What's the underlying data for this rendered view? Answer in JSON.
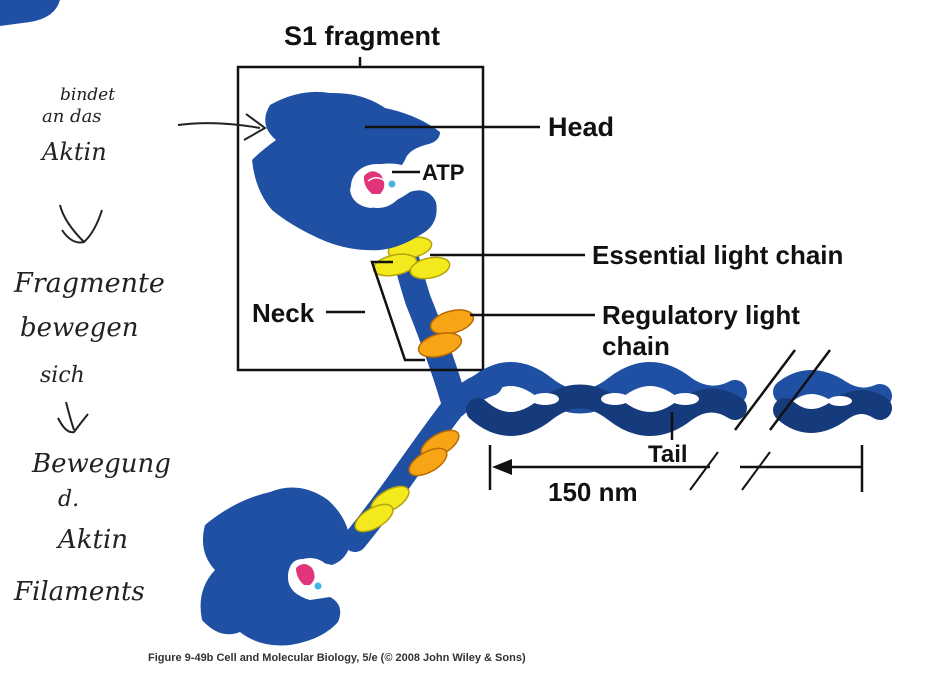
{
  "colors": {
    "myosin": "#1f50a3",
    "myosin_dark": "#163b7c",
    "essential_light_chain": "#f3e91c",
    "regulatory_light_chain": "#f7a415",
    "atp": "#e0357a",
    "atp_accent": "#42b4e6",
    "line": "#111111",
    "ink": "#222222"
  },
  "labels": {
    "s1_fragment": "S1 fragment",
    "head": "Head",
    "atp": "ATP",
    "essential_light_chain": "Essential light chain",
    "neck": "Neck",
    "regulatory_light_chain_1": "Regulatory light",
    "regulatory_light_chain_2": "chain",
    "tail": "Tail",
    "length": "150 nm"
  },
  "caption": "Figure 9-49b  Cell and Molecular Biology, 5/e (© 2008 John Wiley & Sons)",
  "handwriting": {
    "line1": "bindet",
    "line2": "an das",
    "line3": "Aktin",
    "line4": "Fragmente",
    "line5": "bewegen",
    "line6": "sich",
    "line7": "Bewegung",
    "line8": "d.",
    "line9": "Aktin",
    "line10": "Filaments"
  }
}
